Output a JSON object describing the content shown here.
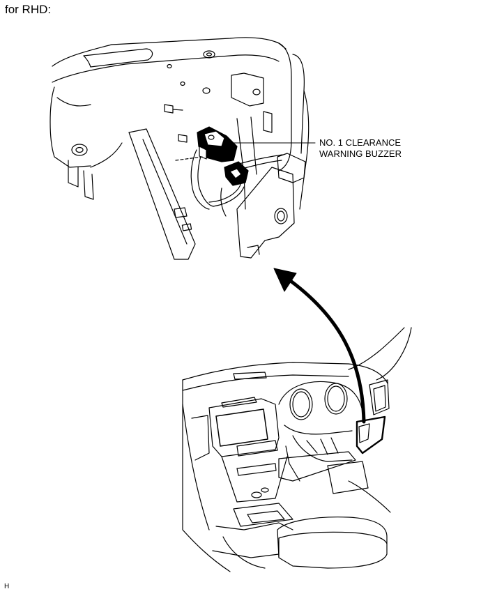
{
  "page": {
    "heading": "for RHD:",
    "callout_line1": "NO. 1 CLEARANCE",
    "callout_line2": "WARNING BUZZER",
    "figure_code": "H"
  },
  "colors": {
    "ink": "#000000",
    "paper": "#ffffff"
  }
}
